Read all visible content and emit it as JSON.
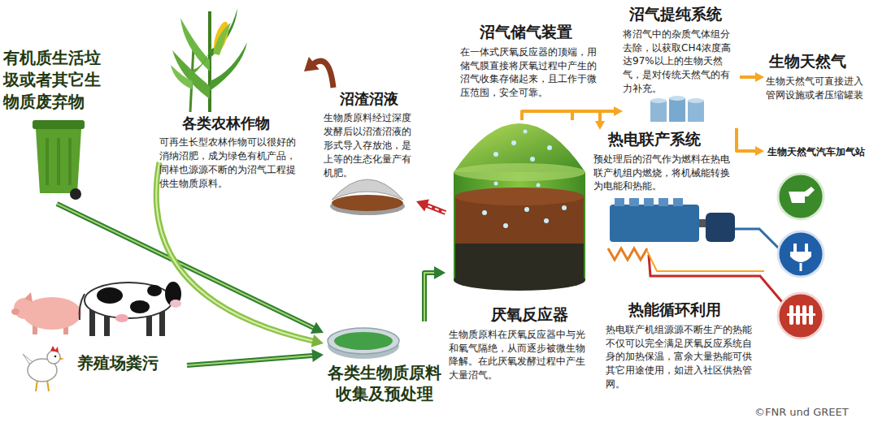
{
  "diagram": {
    "nodes": [
      {
        "text": [
          "有机质生活垃圾或者其它生物质废弃物"
        ]
      },
      {
        "text": [
          "各类农林作物",
          "可再生长型农林作物可以很好的消纳沼肥，成为绿色有机产品，同样也源源不断的为沼气工程提供生物质原料。"
        ]
      },
      {
        "text": [
          "沼渣沼液",
          "生物质原料经过深度发酵后以沼渣沼液的形式导入存放池，是上等的生态化量产有机肥。"
        ]
      },
      {
        "text": [
          "沼气储气装置",
          "在一体式厌氧反应器的顶端，用储气膜直接将厌氧过程中产生的沼气收集存储起来，且工作于微压范围，安全可靠。"
        ]
      },
      {
        "text": [
          "沼气提纯系统",
          "将沼气中的杂质气体组分去除，以获取CH4浓度高达97%以上的生物天然气，是对传统天然气的有力补充。"
        ]
      },
      {
        "text": [
          "生物天然气",
          "生物天然气可直接进入管网设施或者压缩罐装"
        ]
      },
      {
        "text": [
          "生物天然气汽车加气站"
        ]
      },
      {
        "text": [
          "热电联产系统",
          "预处理后的沼气作为燃料在热电联产机组内燃烧，将机械能转换为电能和热能。"
        ]
      },
      {
        "text": [
          "厌氧反应器",
          "生物质原料在厌氧反应器中与光和氧气隔绝，从而逐步被微生物降解。在此厌氧发酵过程中产生大量沼气。"
        ]
      },
      {
        "text": [
          "热能循环利用",
          "热电联产机组源源不断生产的热能不仅可以完全满足厌氧反应系统自身的加热保温，富余大量热能可供其它用途使用，如进入社区供热管网。"
        ]
      },
      {
        "text": [
          "养殖场粪污"
        ]
      },
      {
        "text": [
          "各类生物质原料收集及预处理"
        ]
      }
    ],
    "edges": [
      {
        "from": 0,
        "to": 11,
        "arrow": "to"
      },
      {
        "from": 1,
        "to": 11,
        "arrow": "to"
      },
      {
        "from": 10,
        "to": 11,
        "arrow": "to"
      },
      {
        "from": 11,
        "to": 8,
        "arrow": "to"
      },
      {
        "from": 8,
        "to": 2,
        "arrow": "to"
      },
      {
        "from": 2,
        "to": 1,
        "arrow": "to"
      },
      {
        "from": 8,
        "to": 4,
        "arrow": "to"
      },
      {
        "from": 4,
        "to": 5,
        "arrow": "to"
      },
      {
        "from": 4,
        "to": 6,
        "arrow": "to"
      },
      {
        "from": 8,
        "to": 7,
        "arrow": "to"
      }
    ],
    "labels": [
      "©FNR und GREET"
    ]
  }
}
